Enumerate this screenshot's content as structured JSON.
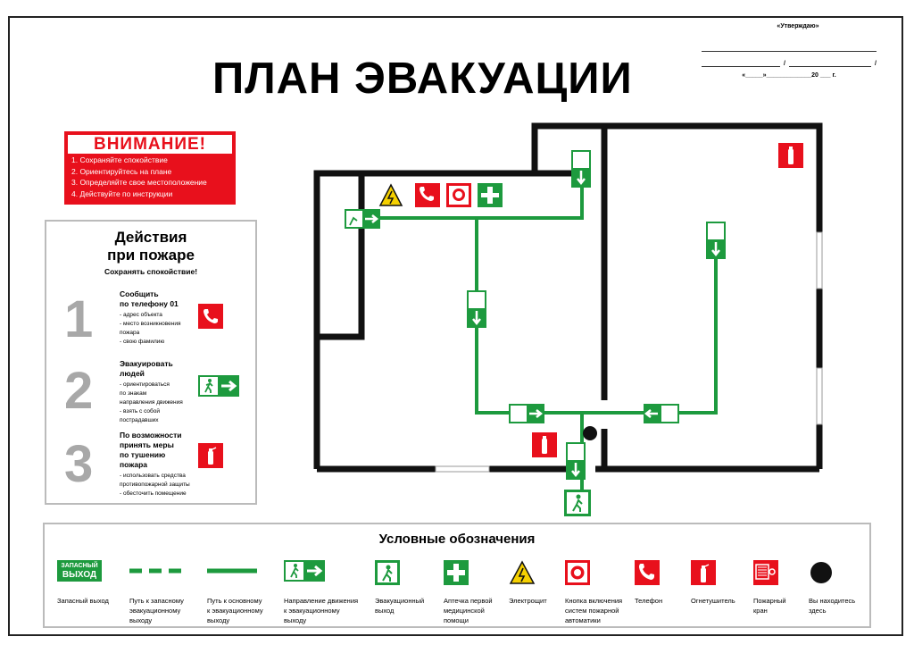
{
  "title": "ПЛАН ЭВАКУАЦИИ",
  "approval": {
    "heading": "«Утверждаю»",
    "slash": "/",
    "date": "«_____»_____________20 ___ г."
  },
  "attention": {
    "title": "ВНИМАНИЕ!",
    "items": [
      "1. Сохраняйте спокойствие",
      "2. Ориентируйтесь на плане",
      "3. Определяйте свое местоположение",
      "4. Действуйте по инструкции"
    ]
  },
  "fire_actions": {
    "title_line1": "Действия",
    "title_line2": "при пожаре",
    "subtitle": "Сохранять спокойствие!",
    "steps": [
      {
        "number": "1",
        "head": [
          "Сообщить",
          "по телефону 01"
        ],
        "items": [
          "- адрес объекта",
          "- место возникновения",
          "  пожара",
          "- свою фамилию"
        ]
      },
      {
        "number": "2",
        "head": [
          "Эвакуировать",
          "людей"
        ],
        "items": [
          "- ориентироваться",
          "  по знакам",
          "  направления движения",
          "- взять с собой",
          "  пострадавших"
        ]
      },
      {
        "number": "3",
        "head": [
          "По возможности",
          "принять меры",
          "по тушению",
          "пожара"
        ],
        "items": [
          "- использовать средства",
          "  противопожарной защиты",
          "- обесточить помещение"
        ]
      }
    ]
  },
  "legend": {
    "title": "Условные обозначения",
    "exit_sign_line1": "ЗАПАСНЫЙ",
    "exit_sign_line2": "ВЫХОД",
    "items": [
      {
        "icon": "emergency-exit-sign",
        "label": [
          "Запасный выход"
        ]
      },
      {
        "icon": "dashed-green-line",
        "label": [
          "Путь к запасному",
          "эвакуационному",
          "выходу"
        ]
      },
      {
        "icon": "solid-green-line",
        "label": [
          "Путь к основному",
          "к эвакуационному",
          "выходу"
        ]
      },
      {
        "icon": "direction-arrow-sign",
        "label": [
          "Направление движения",
          "к эвакуационному",
          "выходу"
        ]
      },
      {
        "icon": "evacuation-exit-icon",
        "label": [
          "Эвакуационный",
          "выход"
        ]
      },
      {
        "icon": "first-aid-icon",
        "label": [
          "Аптечка первой",
          "медицинской",
          "помощи"
        ]
      },
      {
        "icon": "electrical-hazard-icon",
        "label": [
          "Электрощит"
        ]
      },
      {
        "icon": "fire-alarm-button-icon",
        "label": [
          "Кнопка включения",
          "систем пожарной",
          "автоматики"
        ]
      },
      {
        "icon": "phone-icon",
        "label": [
          "Телефон"
        ]
      },
      {
        "icon": "fire-extinguisher-icon",
        "label": [
          "Огнетушитель"
        ]
      },
      {
        "icon": "fire-hydrant-icon",
        "label": [
          "Пожарный",
          "кран"
        ]
      },
      {
        "icon": "you-are-here-dot",
        "label": [
          "Вы находитесь",
          "здесь"
        ]
      }
    ]
  },
  "colors": {
    "red": "#e8101c",
    "green": "#1d9a3e",
    "wall": "#111111",
    "step_number": "#a8a8a8"
  }
}
